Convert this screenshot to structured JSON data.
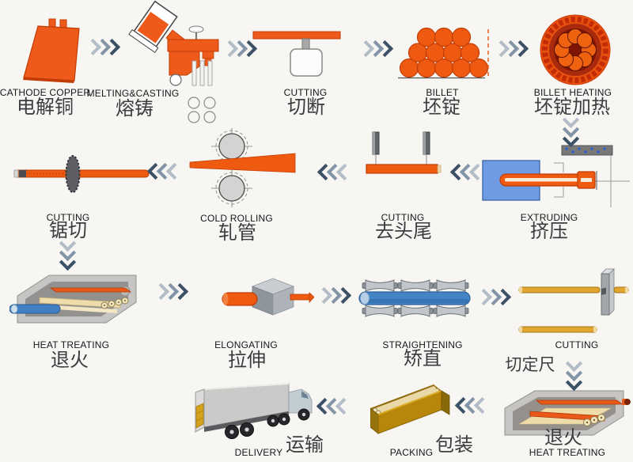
{
  "colors": {
    "background": "#f8f6f3",
    "copper_orange": "#ed5a1a",
    "furnace_red": "#aa2a0e",
    "furnace_dark": "#7d1405",
    "press_blue": "#6f9be2",
    "tube_blue": "#4384c6",
    "gold": "#b8860b",
    "brass_tube": "#e0a62f",
    "cream_tube": "#ead9a8",
    "steel_gray": "#c6c5c3",
    "arrow_light": "#b3bdc7",
    "arrow_mid": "#8294a6",
    "arrow_dark": "#3d5166"
  },
  "stations": [
    {
      "id": "cathode-copper",
      "en": "CATHODE COPPER",
      "zh": "电解铜",
      "icon": "copper-plate-icon"
    },
    {
      "id": "melting-casting",
      "en": "MELTING&CASTING",
      "zh": "熔铸",
      "icon": "melting-casting-icon"
    },
    {
      "id": "cutting-1",
      "en": "CUTTING",
      "zh": "切断",
      "icon": "cutting-press-icon"
    },
    {
      "id": "billet",
      "en": "BILLET",
      "zh": "坯锭",
      "icon": "billet-stack-icon"
    },
    {
      "id": "billet-heating",
      "en": "BILLET HEATING",
      "zh": "坯锭加热",
      "icon": "billet-heating-furnace-icon"
    },
    {
      "id": "extruding",
      "en": "EXTRUDING",
      "zh": "挤压",
      "icon": "extruder-icon"
    },
    {
      "id": "cutting-2",
      "en": "CUTTING",
      "zh": "去头尾",
      "icon": "end-cutting-icon"
    },
    {
      "id": "cold-rolling",
      "en": "COLD ROLLING",
      "zh": "轧管",
      "icon": "rolling-mill-icon"
    },
    {
      "id": "cutting-3",
      "en": "CUTTING",
      "zh": "锯切",
      "icon": "saw-cutting-icon"
    },
    {
      "id": "heat-treating-1",
      "en": "HEAT TREATING",
      "zh": "退火",
      "icon": "annealing-furnace-icon"
    },
    {
      "id": "elongating",
      "en": "ELONGATING",
      "zh": "拉伸",
      "icon": "drawing-die-icon"
    },
    {
      "id": "straightening",
      "en": "STRAIGHTENING",
      "zh": "矫直",
      "icon": "straightening-rollers-icon"
    },
    {
      "id": "cutting-4",
      "en": "CUTTING",
      "zh": "切定尺",
      "icon": "length-cutting-icon"
    },
    {
      "id": "heat-treating-2",
      "en": "HEAT TREATING",
      "zh": "退火",
      "icon": "annealing-furnace-icon"
    },
    {
      "id": "packing",
      "en": "PACKING",
      "zh": "包装",
      "icon": "packing-box-icon"
    },
    {
      "id": "delivery",
      "en": "DELIVERY",
      "zh": "运输",
      "icon": "delivery-truck-icon"
    }
  ],
  "flow": [
    {
      "from": "cathode-copper",
      "to": "melting-casting",
      "direction": "right"
    },
    {
      "from": "melting-casting",
      "to": "cutting-1",
      "direction": "right"
    },
    {
      "from": "cutting-1",
      "to": "billet",
      "direction": "right"
    },
    {
      "from": "billet",
      "to": "billet-heating",
      "direction": "right"
    },
    {
      "from": "billet-heating",
      "to": "extruding",
      "direction": "down"
    },
    {
      "from": "extruding",
      "to": "cutting-2",
      "direction": "left"
    },
    {
      "from": "cutting-2",
      "to": "cold-rolling",
      "direction": "left"
    },
    {
      "from": "cold-rolling",
      "to": "cutting-3",
      "direction": "left"
    },
    {
      "from": "cutting-3",
      "to": "heat-treating-1",
      "direction": "down"
    },
    {
      "from": "heat-treating-1",
      "to": "elongating",
      "direction": "right"
    },
    {
      "from": "elongating",
      "to": "straightening",
      "direction": "right"
    },
    {
      "from": "straightening",
      "to": "cutting-4",
      "direction": "right"
    },
    {
      "from": "cutting-4",
      "to": "heat-treating-2",
      "direction": "down"
    },
    {
      "from": "heat-treating-2",
      "to": "packing",
      "direction": "left"
    },
    {
      "from": "packing",
      "to": "delivery",
      "direction": "left"
    }
  ]
}
